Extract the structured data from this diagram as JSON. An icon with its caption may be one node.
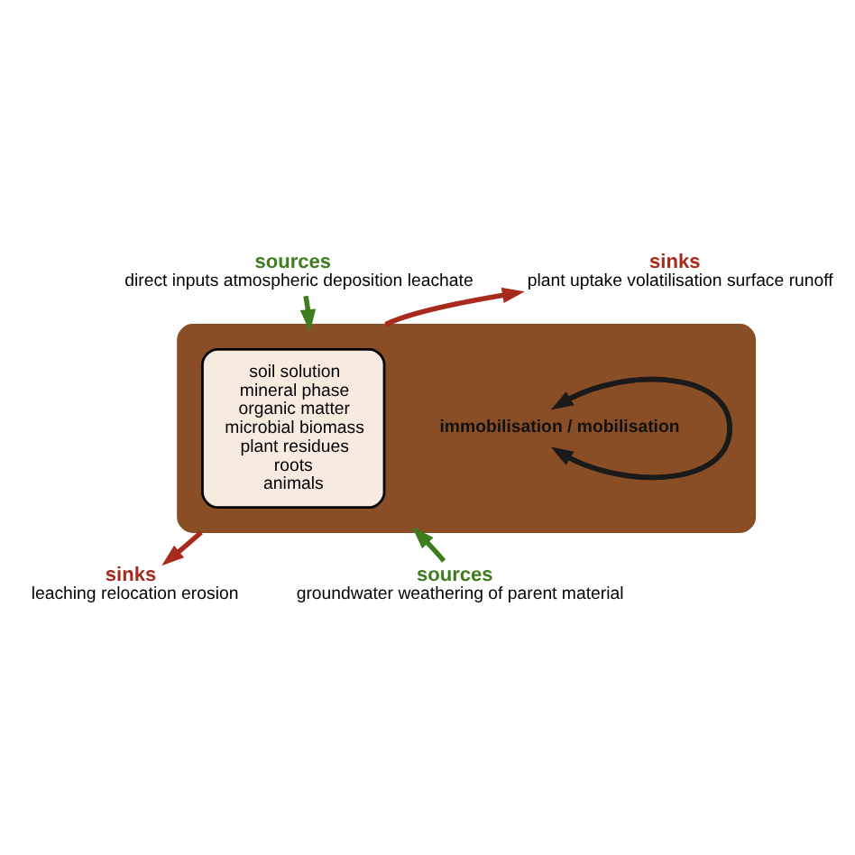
{
  "diagram": {
    "nodes": [
      {
        "text": [],
        "shape": "box"
      },
      {
        "text": [
          "soil solution",
          "mineral phase",
          "organic matter",
          "microbial biomass",
          "plant residues",
          "roots",
          "animals"
        ],
        "in": 0
      },
      {
        "text": [
          "immobilisation / mobilisation"
        ],
        "in": 0
      },
      {
        "text": [
          "sources",
          "direct inputs atmospheric deposition leachate"
        ]
      },
      {
        "text": [
          "sinks",
          "plant uptake volatilisation surface runoff"
        ]
      },
      {
        "text": [
          "sinks",
          "leaching relocation erosion"
        ]
      },
      {
        "text": [
          "sources",
          "groundwater weathering of parent material"
        ]
      }
    ],
    "edges": [
      {
        "from": 2,
        "to": 2,
        "arrow": "to",
        "color": "#1a1a1a"
      },
      {
        "from": 2,
        "to": 2,
        "arrow": "to",
        "color": "#1a1a1a"
      },
      {
        "from": 3,
        "to": 0,
        "arrow": "to",
        "color": "#3e7d1e"
      },
      {
        "from": 0,
        "to": 4,
        "arrow": "to",
        "color": "#a82a1c"
      },
      {
        "from": 0,
        "to": 5,
        "arrow": "to",
        "color": "#a82a1c"
      },
      {
        "from": 6,
        "to": 0,
        "arrow": "to",
        "color": "#3e7d1e"
      }
    ]
  }
}
